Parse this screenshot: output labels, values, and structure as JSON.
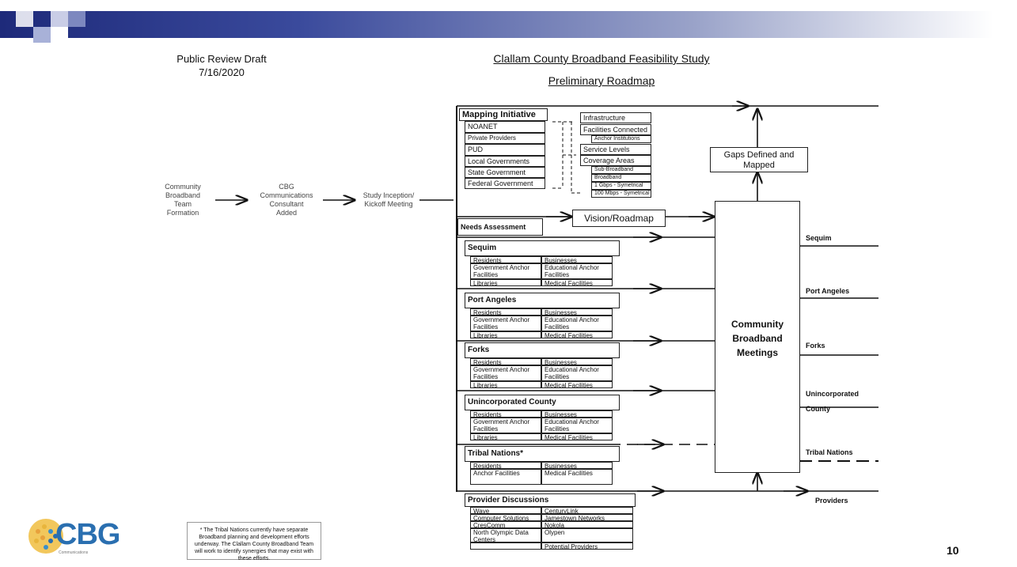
{
  "header": {
    "draft_line1": "Public Review Draft",
    "draft_line2": "7/16/2020",
    "title": "Clallam County Broadband Feasibility Study",
    "subtitle": "Preliminary Roadmap"
  },
  "flow": {
    "step1": [
      "Community",
      "Broadband",
      "Team",
      "Formation"
    ],
    "step2": [
      "CBG",
      "Communications",
      "Consultant",
      "Added"
    ],
    "step3": [
      "Study Inception/",
      "Kickoff Meeting"
    ]
  },
  "mapping": {
    "title": "Mapping Initiative",
    "sources": [
      "NOANET",
      "Private Providers",
      "PUD",
      "Local Governments",
      "State Government",
      "Federal Government"
    ],
    "items": {
      "infrastructure": "Infrastructure",
      "facilities": "Facilities Connected",
      "anchor": "Anchor Institutions",
      "service": "Service Levels",
      "coverage": "Coverage Areas",
      "sub_broadband": "Sub-Broadband",
      "broadband": "Broadband",
      "gbps": "1 Gbps - Symetrical",
      "mbps": "100 Mbps - Symetrical"
    }
  },
  "gaps": "Gaps Defined and Mapped",
  "vision": "Vision/Roadmap",
  "needs": "Needs Assessment",
  "communities": [
    {
      "name": "Sequim",
      "rows": [
        [
          "Residents",
          "Businesses"
        ],
        [
          "Government Anchor Facilities",
          "Educational Anchor Facilities"
        ],
        [
          "Libraries",
          "Medical Facilities"
        ]
      ]
    },
    {
      "name": "Port Angeles",
      "rows": [
        [
          "Residents",
          "Businesses"
        ],
        [
          "Government Anchor Facilities",
          "Educational Anchor Facilities"
        ],
        [
          "Libraries",
          "Medical Facilities"
        ]
      ]
    },
    {
      "name": "Forks",
      "rows": [
        [
          "Residents",
          "Businesses"
        ],
        [
          "Government Anchor Facilities",
          "Educational Anchor Facilities"
        ],
        [
          "Libraries",
          "Medical Facilities"
        ]
      ]
    },
    {
      "name": "Unincorporated County",
      "rows": [
        [
          "Residents",
          "Businesses"
        ],
        [
          "Government Anchor Facilities",
          "Educational Anchor Facilities"
        ],
        [
          "Libraries",
          "Medical Facilities"
        ]
      ]
    },
    {
      "name": "Tribal Nations*",
      "rows": [
        [
          "Residents",
          "Businesses"
        ],
        [
          "Anchor Facilities",
          "Medical Facilities"
        ]
      ]
    }
  ],
  "meetings": [
    "Community",
    "Broadband",
    "Meetings"
  ],
  "outputs": [
    "Sequim",
    "Port Angeles",
    "Forks",
    "Unincorporated County",
    "Tribal Nations",
    "Providers"
  ],
  "provider": {
    "title": "Provider Discussions",
    "rows": [
      [
        "Wave",
        "CenturyLink"
      ],
      [
        "Computer Solutions",
        "Jamestown Networks"
      ],
      [
        "CresComm",
        "Nokola"
      ],
      [
        "North Olympic Data Centers",
        "Olypen"
      ],
      [
        "",
        "Potential Providers"
      ]
    ]
  },
  "footnote": "* The Tribal Nations currently have separate Broadband planning and development efforts underway. The Clallam County Broadband Team will work to identify synergies that may exist with these efforts.",
  "logo": {
    "text": "CBG",
    "tag": "Communications"
  },
  "page_number": "10",
  "colors": {
    "brand_blue": "#3a4a9c",
    "logo_gold": "#e8b53c",
    "logo_blue": "#2a6fb0"
  }
}
